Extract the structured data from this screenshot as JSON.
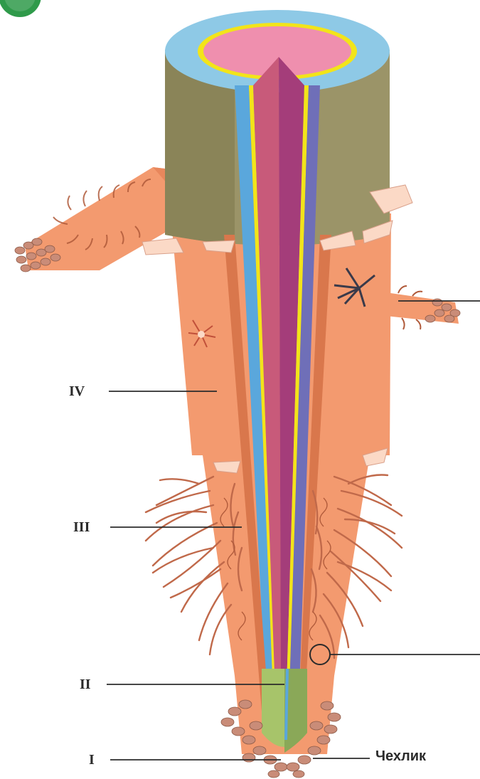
{
  "labels": {
    "zone_I": "I",
    "zone_II": "II",
    "zone_III": "III",
    "zone_IV": "IV",
    "root_cap": "Чехлик"
  },
  "colors": {
    "cortex": "#f39a6f",
    "cortex_shadow": "#d9774c",
    "outer_surface": "#9b9468",
    "cortex_ring": "#8ec9e6",
    "endodermis": "#f2e41a",
    "stele": "#ef8fae",
    "xylem": "#a43d7a",
    "phloem_blue": "#5aa7dc",
    "phloem_violet": "#6f6fb8",
    "meristem": "#a7c46a",
    "cap_cells": "#c98c78",
    "badge": "#2f9a4a"
  }
}
